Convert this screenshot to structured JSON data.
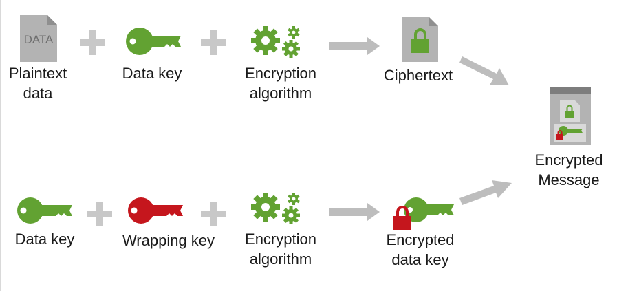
{
  "colors": {
    "green": "#62a232",
    "red": "#c5161d",
    "gray_plus": "#c8c8c8",
    "gray_arrow": "#bdbdbd",
    "doc_gray": "#b3b3b3",
    "text": "#1a1a1a"
  },
  "top_row": {
    "plaintext_icon_text": "DATA",
    "plaintext_label": [
      "Plaintext",
      "data"
    ],
    "data_key_label": "Data key",
    "algorithm_label": [
      "Encryption",
      "algorithm"
    ],
    "ciphertext_label": "Ciphertext"
  },
  "bottom_row": {
    "data_key_label": "Data key",
    "wrapping_key_label": "Wrapping key",
    "algorithm_label": [
      "Encryption",
      "algorithm"
    ],
    "encrypted_key_label": [
      "Encrypted",
      "data key"
    ]
  },
  "result": {
    "label": [
      "Encrypted",
      "Message"
    ]
  },
  "icons": {
    "plaintext": "data-document-icon",
    "data_key": "green-key-icon",
    "wrapping_key": "red-key-icon",
    "algorithm": "gears-icon",
    "ciphertext": "locked-document-icon",
    "encrypted_data_key": "locked-key-icon",
    "message": "encrypted-message-icon"
  }
}
